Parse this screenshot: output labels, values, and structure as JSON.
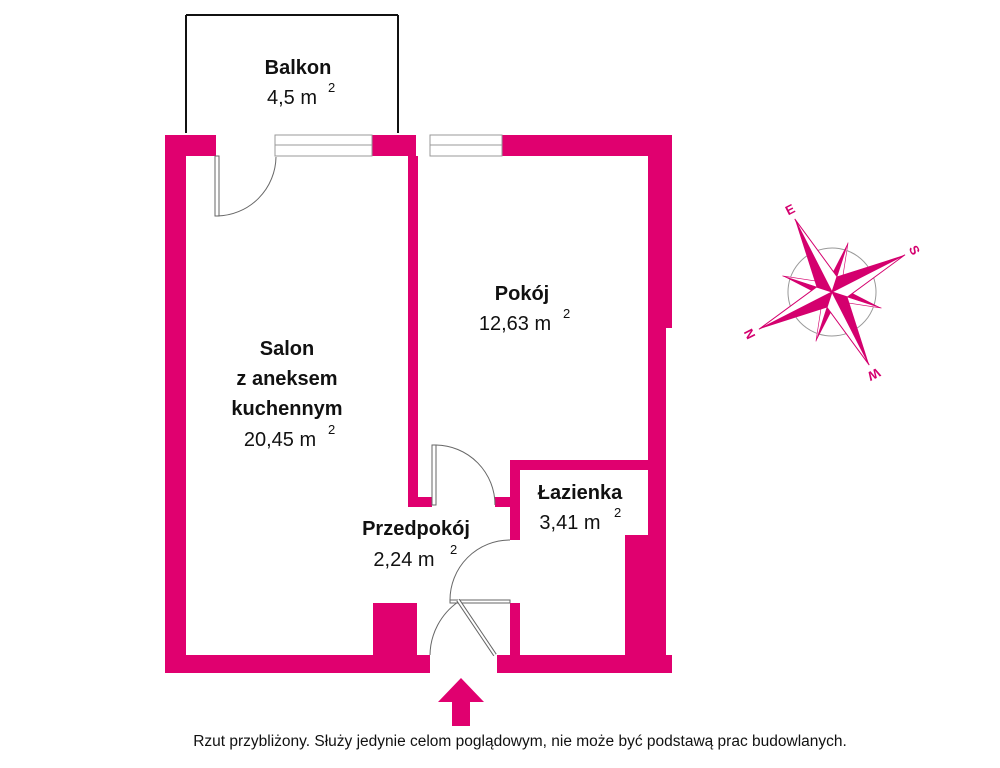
{
  "colors": {
    "wall": "#e0006f",
    "line": "#999999"
  },
  "rooms": {
    "balkon": {
      "name": "Balkon",
      "area": "4,5 m",
      "exp": "2"
    },
    "pokoj": {
      "name": "Pokój",
      "area": "12,63 m",
      "exp": "2"
    },
    "salon": {
      "name_lines": [
        "Salon",
        "z aneksem",
        "kuchennym"
      ],
      "area": "20,45 m",
      "exp": "2"
    },
    "lazienka": {
      "name": "Łazienka",
      "area": "3,41 m",
      "exp": "2"
    },
    "przedpokoj": {
      "name": "Przedpokój",
      "area": "2,24 m",
      "exp": "2"
    }
  },
  "compass": {
    "n": "N",
    "s": "S",
    "e": "E",
    "w": "W"
  },
  "entrance_icon": "arrow-up-icon",
  "footer_note": "Rzut przybliżony. Służy jedynie celom poglądowym, nie może być podstawą prac budowlanych."
}
